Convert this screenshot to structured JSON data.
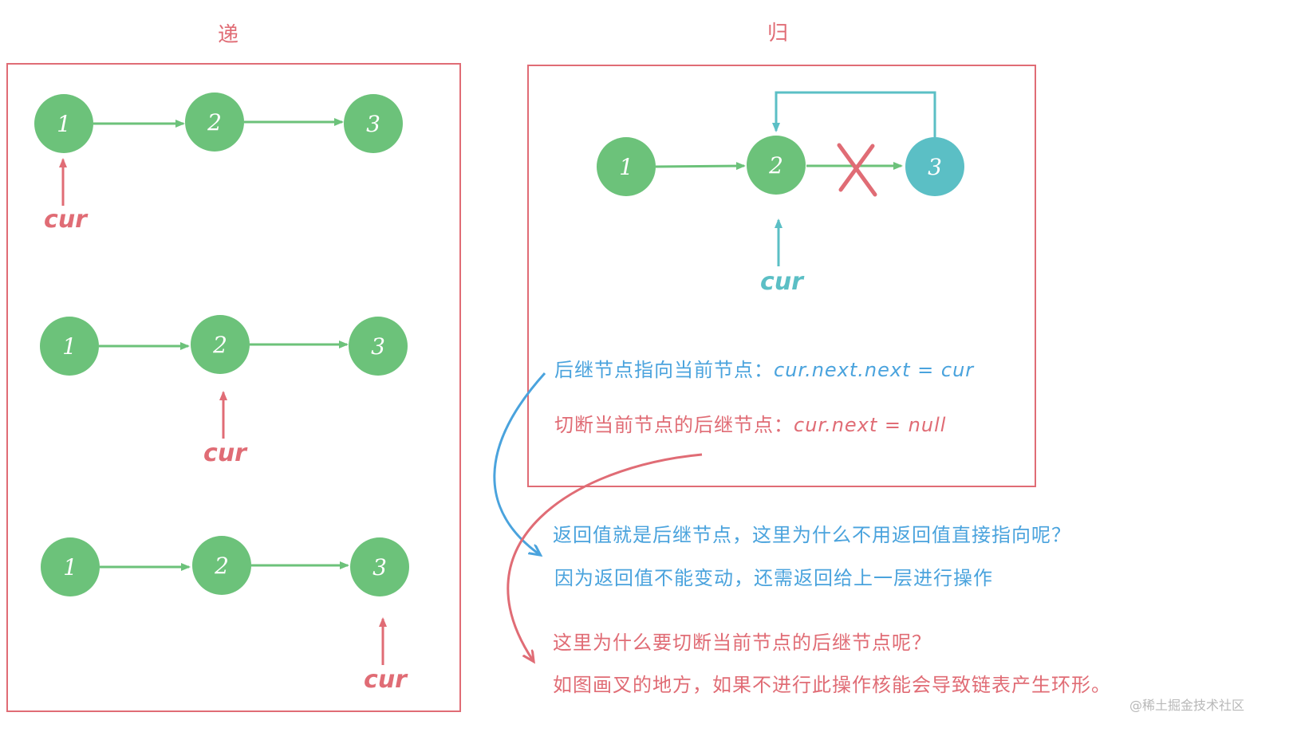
{
  "colors": {
    "red": "#e06c75",
    "green": "#6cc27a",
    "teal": "#5bbfc5",
    "blue": "#4aa3dd"
  },
  "titles": {
    "left": "递",
    "right": "归"
  },
  "nodes": [
    "1",
    "2",
    "3"
  ],
  "pointer_label": "cur",
  "notes": {
    "successor_label": "后继节点指向当前节点：",
    "successor_code": "cur.next.next = cur",
    "cut_label": "切断当前节点的后继节点：",
    "cut_code": "cur.next = null",
    "q1": "返回值就是后继节点，这里为什么不用返回值直接指向呢？",
    "a1": "因为返回值不能变动，还需返回给上一层进行操作",
    "q2": "这里为什么要切断当前节点的后继节点呢？",
    "a2": "如图画叉的地方，如果不进行此操作核能会导致链表产生环形。"
  },
  "watermark": "@稀土掘金技术社区",
  "icons": {
    "cut_mark": "x-cross-icon",
    "pointer": "up-arrow-icon"
  }
}
